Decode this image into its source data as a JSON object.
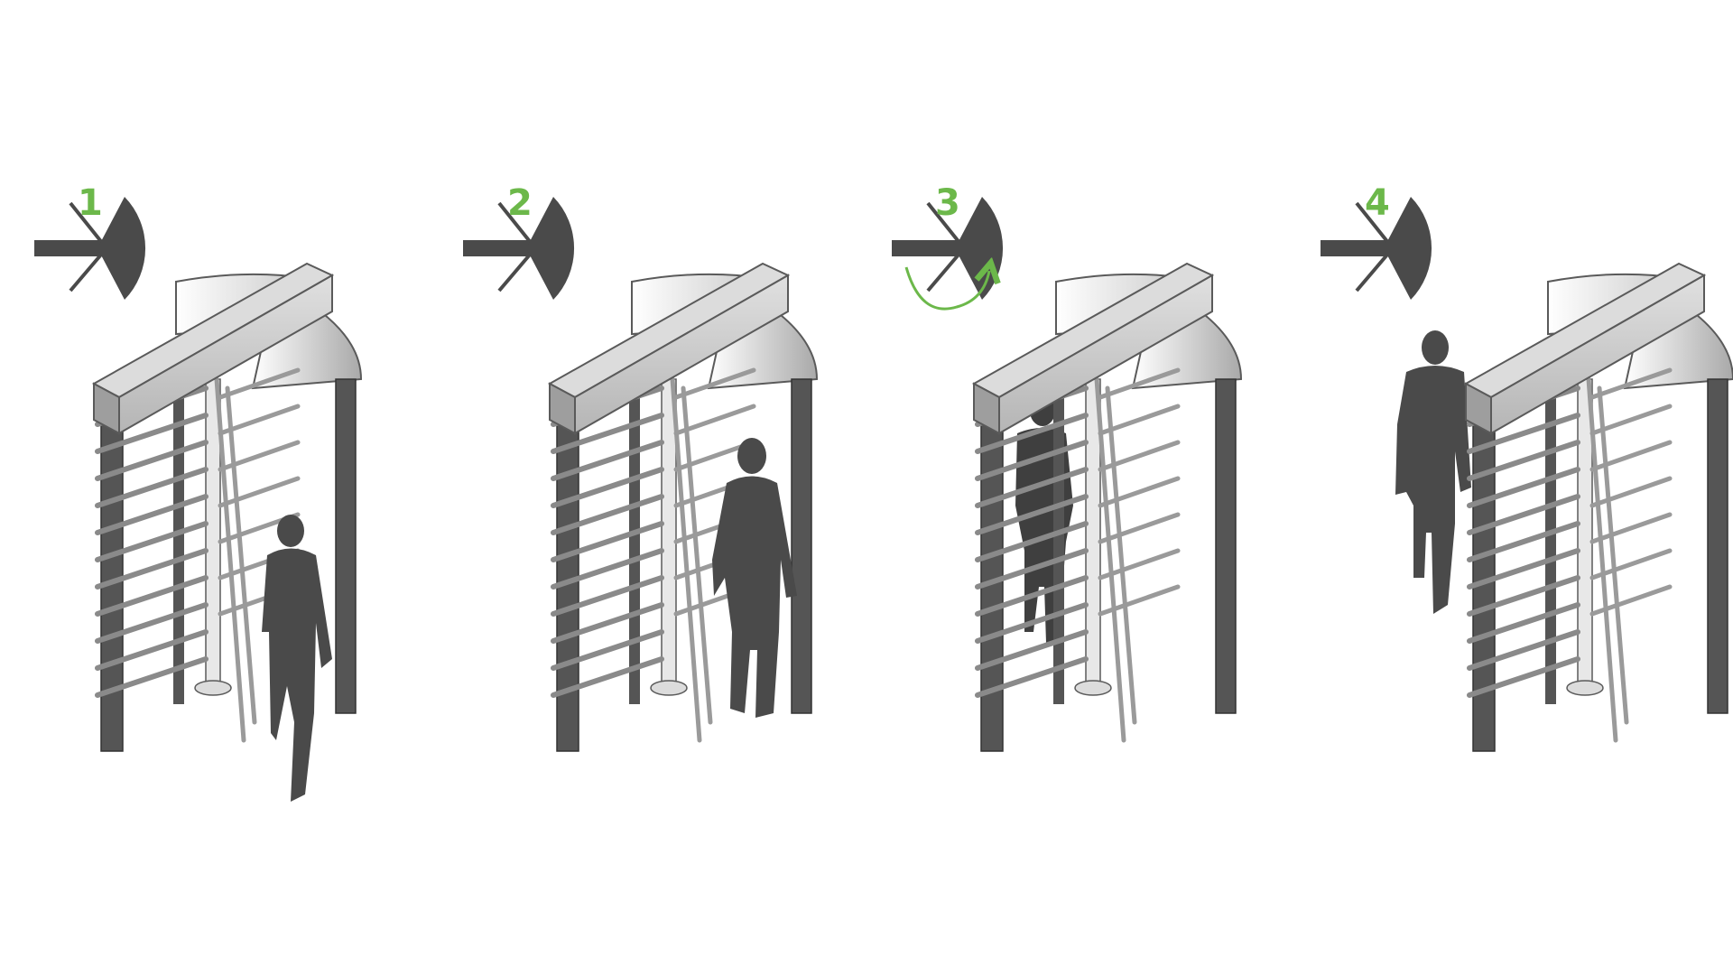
{
  "steps": [
    {
      "number": "1",
      "state": "approach",
      "rotation_arrow": false
    },
    {
      "number": "2",
      "state": "entering",
      "rotation_arrow": false
    },
    {
      "number": "3",
      "state": "rotating",
      "rotation_arrow": true
    },
    {
      "number": "4",
      "state": "exited",
      "rotation_arrow": false
    }
  ],
  "colors": {
    "accent_green": "#6cb84a",
    "dark_gray": "#4a4a4a",
    "steel_light": "#f2f2f2",
    "steel_mid": "#bdbdbd",
    "outline": "#5a5a5a"
  }
}
